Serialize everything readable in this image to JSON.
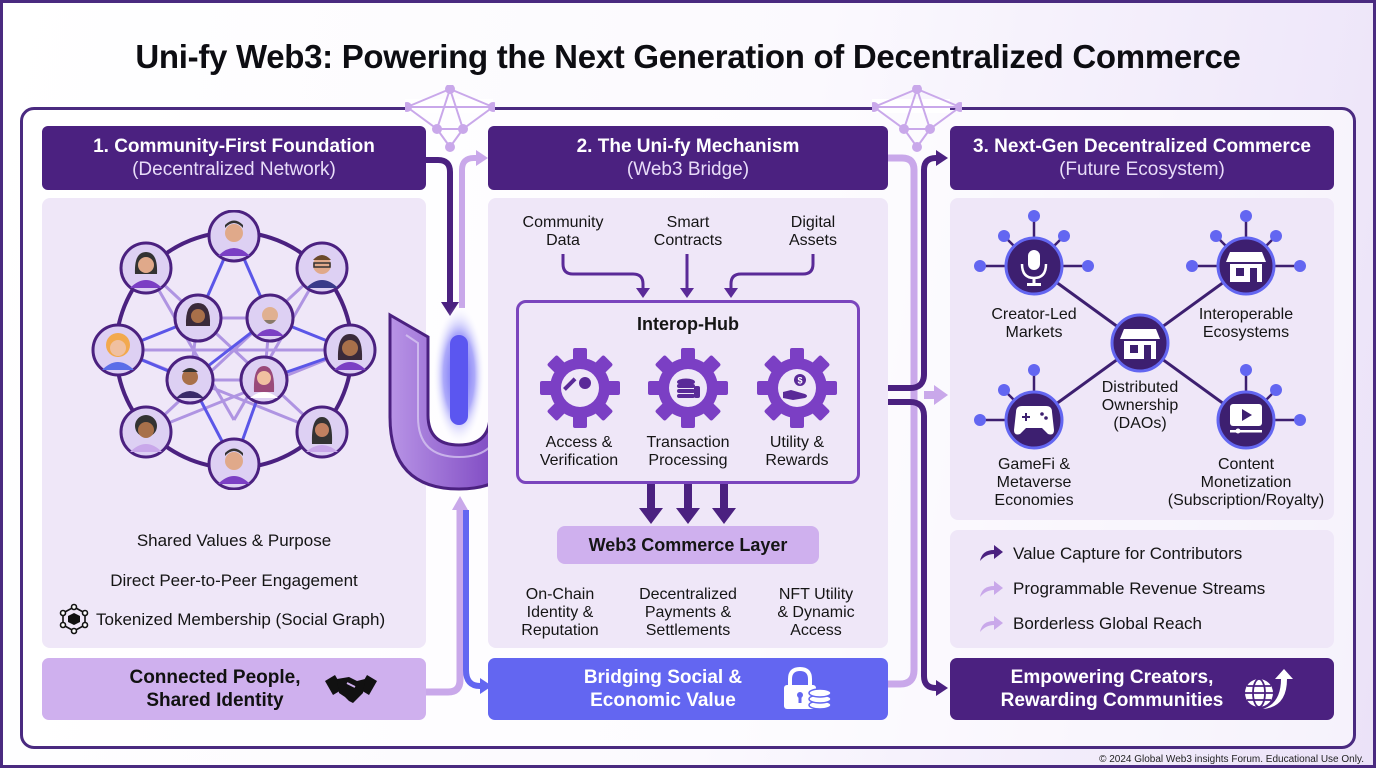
{
  "title": "Uni-fy Web3: Powering the Next Generation of Decentralized Commerce",
  "colors": {
    "dark_purple": "#4b2180",
    "light_purple": "#c9a8ea",
    "panel": "#efe7f8",
    "blue": "#6366f1",
    "accent": "#7b3fc4"
  },
  "section1": {
    "heading": "1. Community-First Foundation",
    "subheading": "(Decentralized Network)",
    "network_nodes": 12,
    "items": [
      "Shared Values & Purpose",
      "Direct Peer-to-Peer Engagement",
      "Tokenized Membership (Social Graph)"
    ],
    "footer": {
      "line1": "Connected People,",
      "line2": "Shared Identity",
      "icon": "handshake-icon"
    }
  },
  "section2": {
    "heading": "2. The Uni-fy Mechanism",
    "subheading": "(Web3 Bridge)",
    "inputs": [
      {
        "line1": "Community",
        "line2": "Data"
      },
      {
        "line1": "Smart",
        "line2": "Contracts"
      },
      {
        "line1": "Digital",
        "line2": "Assets"
      }
    ],
    "hub": {
      "title": "Interop-Hub",
      "gears": [
        {
          "line1": "Access &",
          "line2": "Verification",
          "icon": "key-icon"
        },
        {
          "line1": "Transaction",
          "line2": "Processing",
          "icon": "coins-icon"
        },
        {
          "line1": "Utility &",
          "line2": "Rewards",
          "icon": "hand-coin-icon"
        }
      ]
    },
    "layer": "Web3 Commerce Layer",
    "outputs": [
      {
        "line1": "On-Chain",
        "line2": "Identity &",
        "line3": "Reputation"
      },
      {
        "line1": "Decentralized",
        "line2": "Payments &",
        "line3": "Settlements"
      },
      {
        "line1": "NFT Utility",
        "line2": "& Dynamic",
        "line3": "Access"
      }
    ],
    "footer": {
      "line1": "Bridging Social &",
      "line2": "Economic Value",
      "icon": "lock-coins-icon"
    }
  },
  "section3": {
    "heading": "3. Next-Gen Decentralized Commerce",
    "subheading": "(Future Ecosystem)",
    "nodes": [
      {
        "line1": "Creator-Led",
        "line2": "Markets",
        "icon": "microphone-icon"
      },
      {
        "line1": "Interoperable",
        "line2": "Ecosystems",
        "icon": "storefront-icon"
      },
      {
        "line1": "Distributed",
        "line2": "Ownership",
        "line3": "(DAOs)",
        "icon": "storefront-icon"
      },
      {
        "line1": "GameFi &",
        "line2": "Metaverse",
        "line3": "Economies",
        "icon": "gamepad-icon"
      },
      {
        "line1": "Content",
        "line2": "Monetization",
        "line3": "(Subscription/Royalty)",
        "icon": "video-play-icon"
      }
    ],
    "benefits": [
      "Value Capture for Contributors",
      "Programmable Revenue Streams",
      "Borderless Global Reach"
    ],
    "footer": {
      "line1": "Empowering Creators,",
      "line2": "Rewarding Communities",
      "icon": "globe-growth-icon"
    }
  },
  "copyright": "© 2024 Global Web3 insights Forum. Educational Use Only."
}
